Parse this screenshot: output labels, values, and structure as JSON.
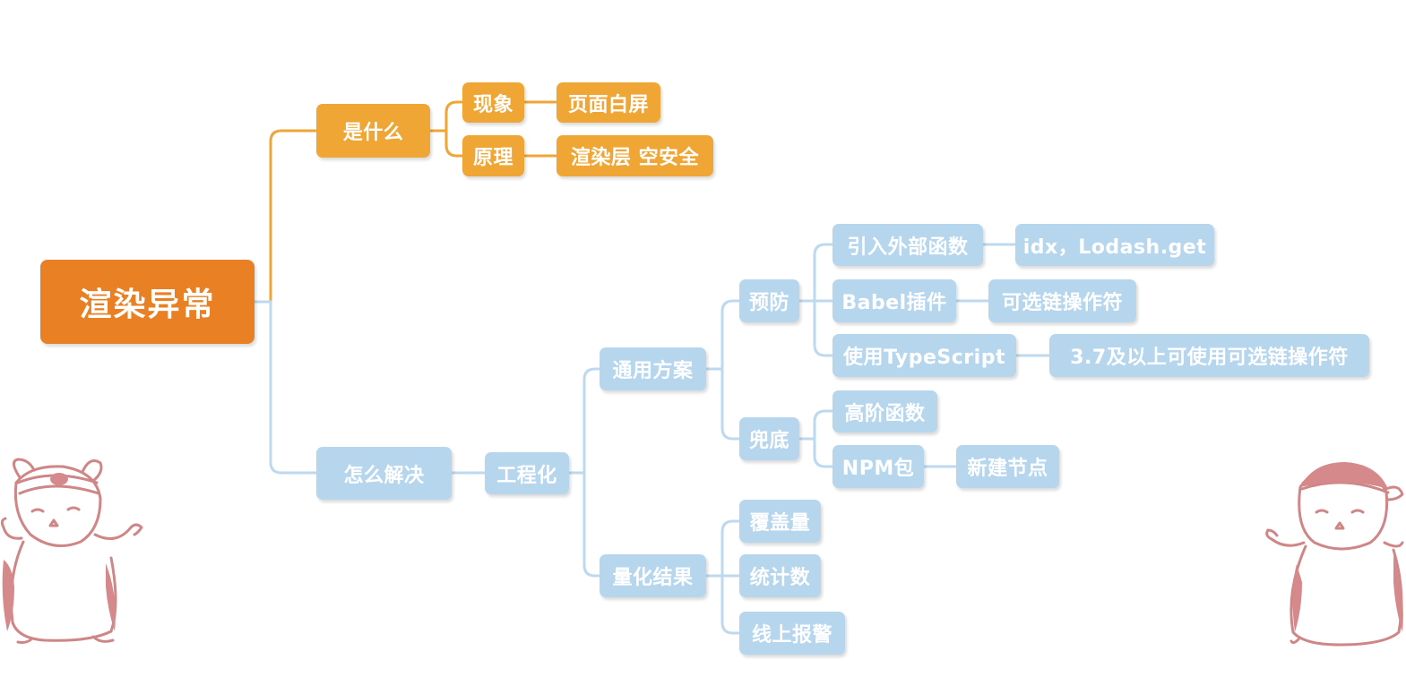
{
  "colors": {
    "root": "#e98024",
    "branch_orange": "#f0a634",
    "branch_blue": "#b6d6ee",
    "line_orange": "#f0a634",
    "line_blue": "#bcd9ef",
    "mascot_stroke": "#cf8686",
    "mascot_fill": "#d6898b"
  },
  "mindmap": {
    "root": "渲染异常",
    "what": {
      "label": "是什么",
      "phenomenon": {
        "label": "现象",
        "detail": "页面白屏"
      },
      "principle": {
        "label": "原理",
        "detail": "渲染层 空安全"
      }
    },
    "how": {
      "label": "怎么解决",
      "engineering": {
        "label": "工程化",
        "general": {
          "label": "通用方案",
          "prevent": {
            "label": "预防",
            "external": {
              "label": "引入外部函数",
              "detail": "idx，Lodash.get"
            },
            "babel": {
              "label": "Babel插件",
              "detail": "可选链操作符"
            },
            "typescript": {
              "label": "使用TypeScript",
              "detail": "3.7及以上可使用可选链操作符"
            }
          },
          "fallback": {
            "label": "兜底",
            "hof": {
              "label": "高阶函数"
            },
            "npm": {
              "label": "NPM包",
              "detail": "新建节点"
            }
          }
        },
        "quantify": {
          "label": "量化结果",
          "coverage": "覆盖量",
          "stats": "统计数",
          "alert": "线上报警"
        }
      }
    }
  },
  "decorations": {
    "left_mascot_icon": "hamster-mascot-icon",
    "right_mascot_icon": "hamster-mascot-icon"
  }
}
